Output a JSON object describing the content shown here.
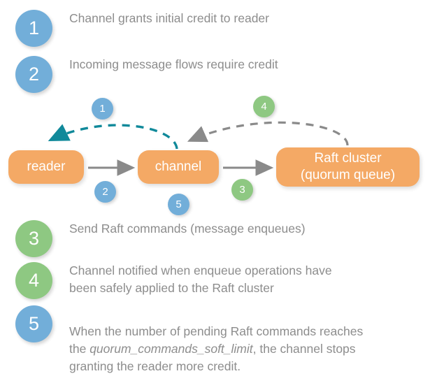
{
  "meta": {
    "title": "Quorum queue flow control diagram",
    "background": "#ffffff"
  },
  "colors": {
    "badge_blue": "#72aed9",
    "badge_green": "#8ec882",
    "node_orange": "#f4a965",
    "text_gray": "#8d8d8d",
    "arrow_gray": "#8a8a8a",
    "arrow_teal": "#10899a"
  },
  "legend": [
    {
      "number": "1",
      "color": "blue",
      "text": "Channel grants initial credit to reader"
    },
    {
      "number": "2",
      "color": "blue",
      "text": "Incoming message flows require credit"
    },
    {
      "number": "3",
      "color": "green",
      "text": "Send Raft commands (message enqueues)"
    },
    {
      "number": "4",
      "color": "green",
      "text": "Channel notified when enqueue operations have\nbeen safely applied to the Raft cluster"
    },
    {
      "number": "5",
      "color": "blue",
      "text_part1": "When the number of pending Raft commands reaches\nthe ",
      "text_emphasis": "quorum_commands_soft_limit",
      "text_part2": ", the channel stops\ngranting the reader more credit."
    }
  ],
  "diagram": {
    "nodes": [
      {
        "id": "reader",
        "label": "reader"
      },
      {
        "id": "channel",
        "label": "channel"
      },
      {
        "id": "raft",
        "label": "Raft cluster\n(quorum queue)"
      }
    ],
    "edges": [
      {
        "id": "credit-grant",
        "from": "channel",
        "to": "reader",
        "style": "dashed",
        "color": "#10899a",
        "badge": "1",
        "badge_color": "blue"
      },
      {
        "id": "message-flow",
        "from": "reader",
        "to": "channel",
        "style": "solid",
        "color": "#8a8a8a",
        "badge": "2",
        "badge_color": "blue"
      },
      {
        "id": "raft-commands",
        "from": "channel",
        "to": "raft",
        "style": "solid",
        "color": "#8a8a8a",
        "badge": "3",
        "badge_color": "green"
      },
      {
        "id": "applied-notification",
        "from": "raft",
        "to": "channel",
        "style": "dashed",
        "color": "#8a8a8a",
        "badge": "4",
        "badge_color": "green"
      },
      {
        "id": "soft-limit",
        "from": "channel",
        "to": "channel",
        "style": "none",
        "badge": "5",
        "badge_color": "blue"
      }
    ]
  }
}
